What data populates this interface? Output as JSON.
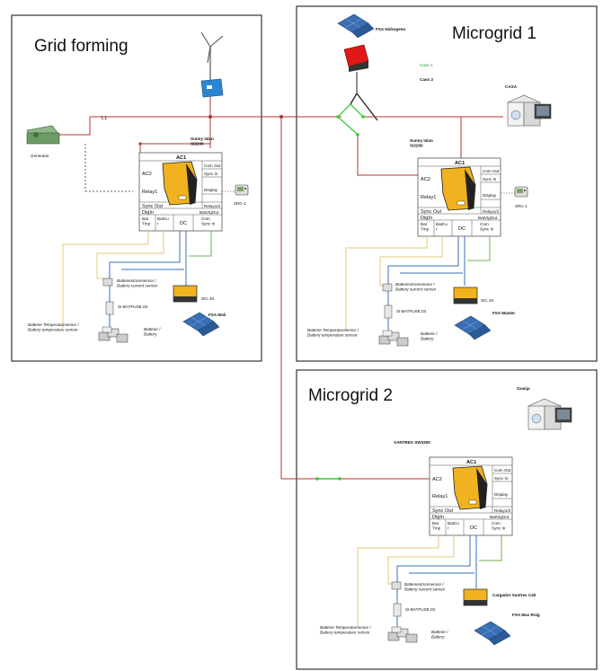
{
  "panels": {
    "grid_forming": {
      "title": "Grid forming",
      "line_label": "L1",
      "generator": "Generator",
      "inverter": "Sunny Islan\nSI2200",
      "remote": "SRC-1",
      "sic": "SIC 40",
      "fsa": "FSA Moli",
      "fuse": "SI-BATFUSE.03",
      "sensor": "Batteriestromsensor /\nBattery current sensor",
      "temp": "Batterie Temperatursensor /\nBattery temperature sensor",
      "battery": "Batterie /\nBattery"
    },
    "microgrid1": {
      "title": "Microgrid 1",
      "hydrogen": "FSA Hidrogeno",
      "case1": "Caso 1",
      "case2": "Caso 2",
      "load": "CASA",
      "inverter": "Sunny Islan\nSI2200",
      "remote": "SRC-1",
      "sic": "SIC 40",
      "fsa": "FSA Master",
      "fuse": "SI-BATFUSE.03",
      "sensor": "Batteriestromsensor /\nBattery current sensor",
      "temp": "Batterie Temperatursensor /\nBattery temperature sensor",
      "battery": "Batterie /\nBattery"
    },
    "microgrid2": {
      "title": "Microgrid 2",
      "load": "Granja",
      "inverter": "XANTREX SW3300",
      "sic": "Cargador Xantrex C40",
      "fsa": "FSA Mas Roig",
      "fuse": "SI-BATFUSE.03",
      "sensor": "Batteriestromsensor /\nBattery current sensor",
      "temp": "Batterie Temperatursensor /\nBattery temperature sensor",
      "battery": "Batterie /\nBattery"
    }
  },
  "inverter_block": {
    "header": "AC1",
    "ac2": "AC2",
    "relay1": "Relay1",
    "sync_out": "Sync Out",
    "digin": "DigIn",
    "com_out": "Com Out",
    "sync_in": "Sync In",
    "display": "Display",
    "relay12": "Relay1/2",
    "batvtg": "BatVtgOut",
    "bat_tmp": "Bat\nTmp",
    "batcur": "BatCu\nr",
    "dc": "DC",
    "com_sync": "Com\nSync In"
  },
  "colors": {
    "ac_line": "#b5332f",
    "dc_line": "#3a6fb5",
    "sense_line": "#e3c77a",
    "green_line": "#6fb04a",
    "switch_green": "#33cc33",
    "inverter_orange": "#f0b21e"
  }
}
